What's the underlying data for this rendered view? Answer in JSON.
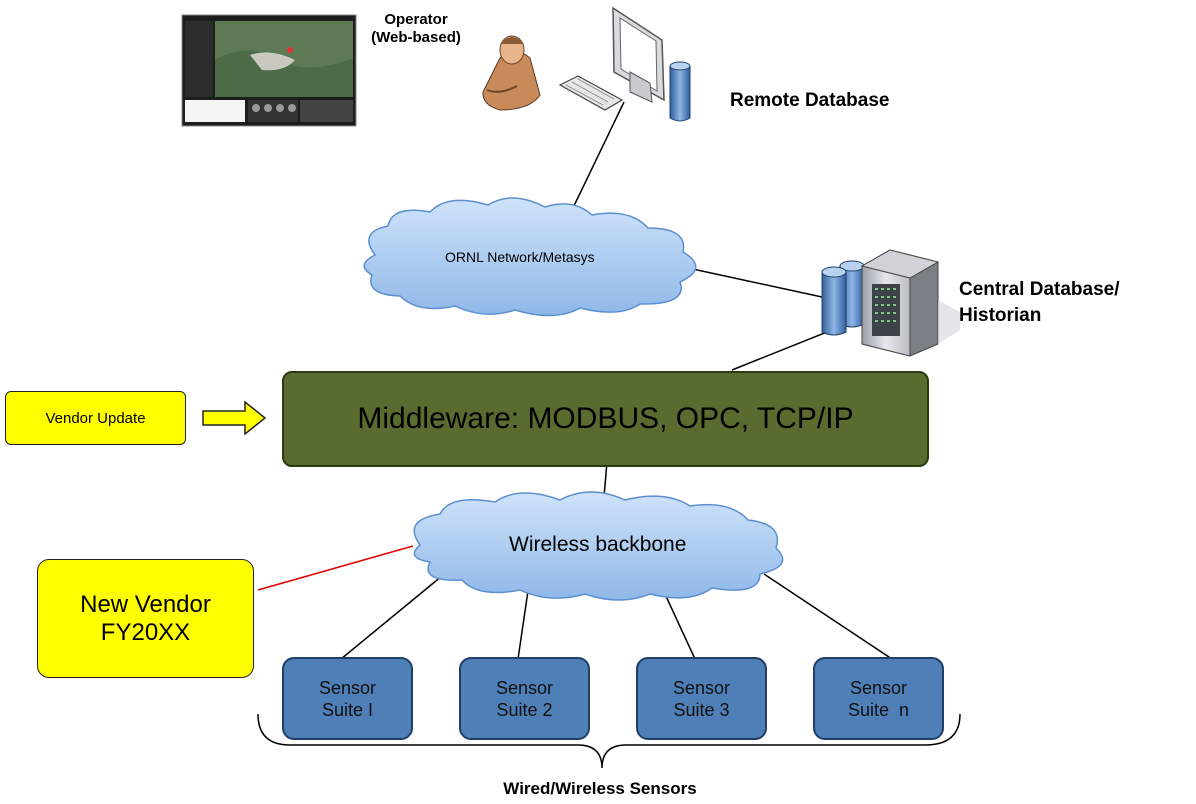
{
  "operator": {
    "line1": "Operator",
    "line2": "(Web-based)"
  },
  "remote_db": {
    "label": "Remote Database"
  },
  "ornl_network": {
    "label": "ORNL Network/Metasys"
  },
  "central_db": {
    "line1": "Central Database/",
    "line2": "Historian"
  },
  "middleware": {
    "label": "Middleware: MODBUS, OPC, TCP/IP",
    "color": "#5a6b2f"
  },
  "vendor_update": {
    "label": "Vendor Update",
    "color": "#ffff00"
  },
  "wireless_backbone": {
    "label": "Wireless backbone"
  },
  "new_vendor": {
    "line1": "New Vendor",
    "line2": "FY20XX",
    "color": "#ffff00",
    "link_color": "#e00000"
  },
  "sensors": [
    {
      "line1": "Sensor",
      "line2": "Suite I"
    },
    {
      "line1": "Sensor",
      "line2": "Suite 2"
    },
    {
      "line1": "Sensor",
      "line2": "Suite 3"
    },
    {
      "line1": "Sensor",
      "line2": "Suite  n"
    }
  ],
  "sensor_color": "#4f7fb7",
  "cloud_color": "#a9ccf2",
  "sensors_group": {
    "label": "Wired/Wireless Sensors"
  }
}
